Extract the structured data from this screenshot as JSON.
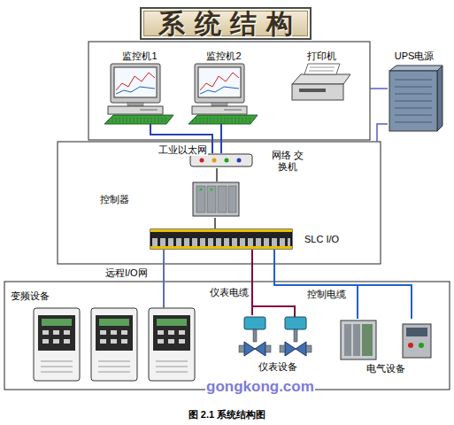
{
  "diagram": {
    "title": "系统结构",
    "caption": "图 2.1 系统结构图",
    "nodes": [
      {
        "text": [
          "监控机1"
        ]
      },
      {
        "text": [
          "监控机2"
        ]
      },
      {
        "text": [
          "打印机"
        ]
      },
      {
        "text": [
          "UPS电源"
        ]
      },
      {
        "text": [
          "网络 交换机"
        ]
      },
      {
        "text": [
          "控制器"
        ]
      },
      {
        "text": [
          "SLC I/O"
        ]
      },
      {
        "text": [
          "变频设备"
        ]
      },
      {
        "text": [
          "仪表设备"
        ]
      },
      {
        "text": [
          "电气设备"
        ]
      }
    ],
    "edges": [
      {
        "from": 0,
        "to": 4,
        "arrow": "none"
      },
      {
        "from": 1,
        "to": 4,
        "arrow": "none"
      },
      {
        "from": 4,
        "to": 5,
        "arrow": "none"
      },
      {
        "from": 5,
        "to": 6,
        "arrow": "none"
      },
      {
        "from": 6,
        "to": 7,
        "label": "远程I/O网",
        "arrow": "none"
      },
      {
        "from": 6,
        "to": 8,
        "label": "仪表电缆",
        "arrow": "none"
      },
      {
        "from": 6,
        "to": 9,
        "label": "控制电缆",
        "arrow": "none"
      }
    ],
    "labels": [
      "工业以太网",
      "gongkong.com"
    ]
  }
}
